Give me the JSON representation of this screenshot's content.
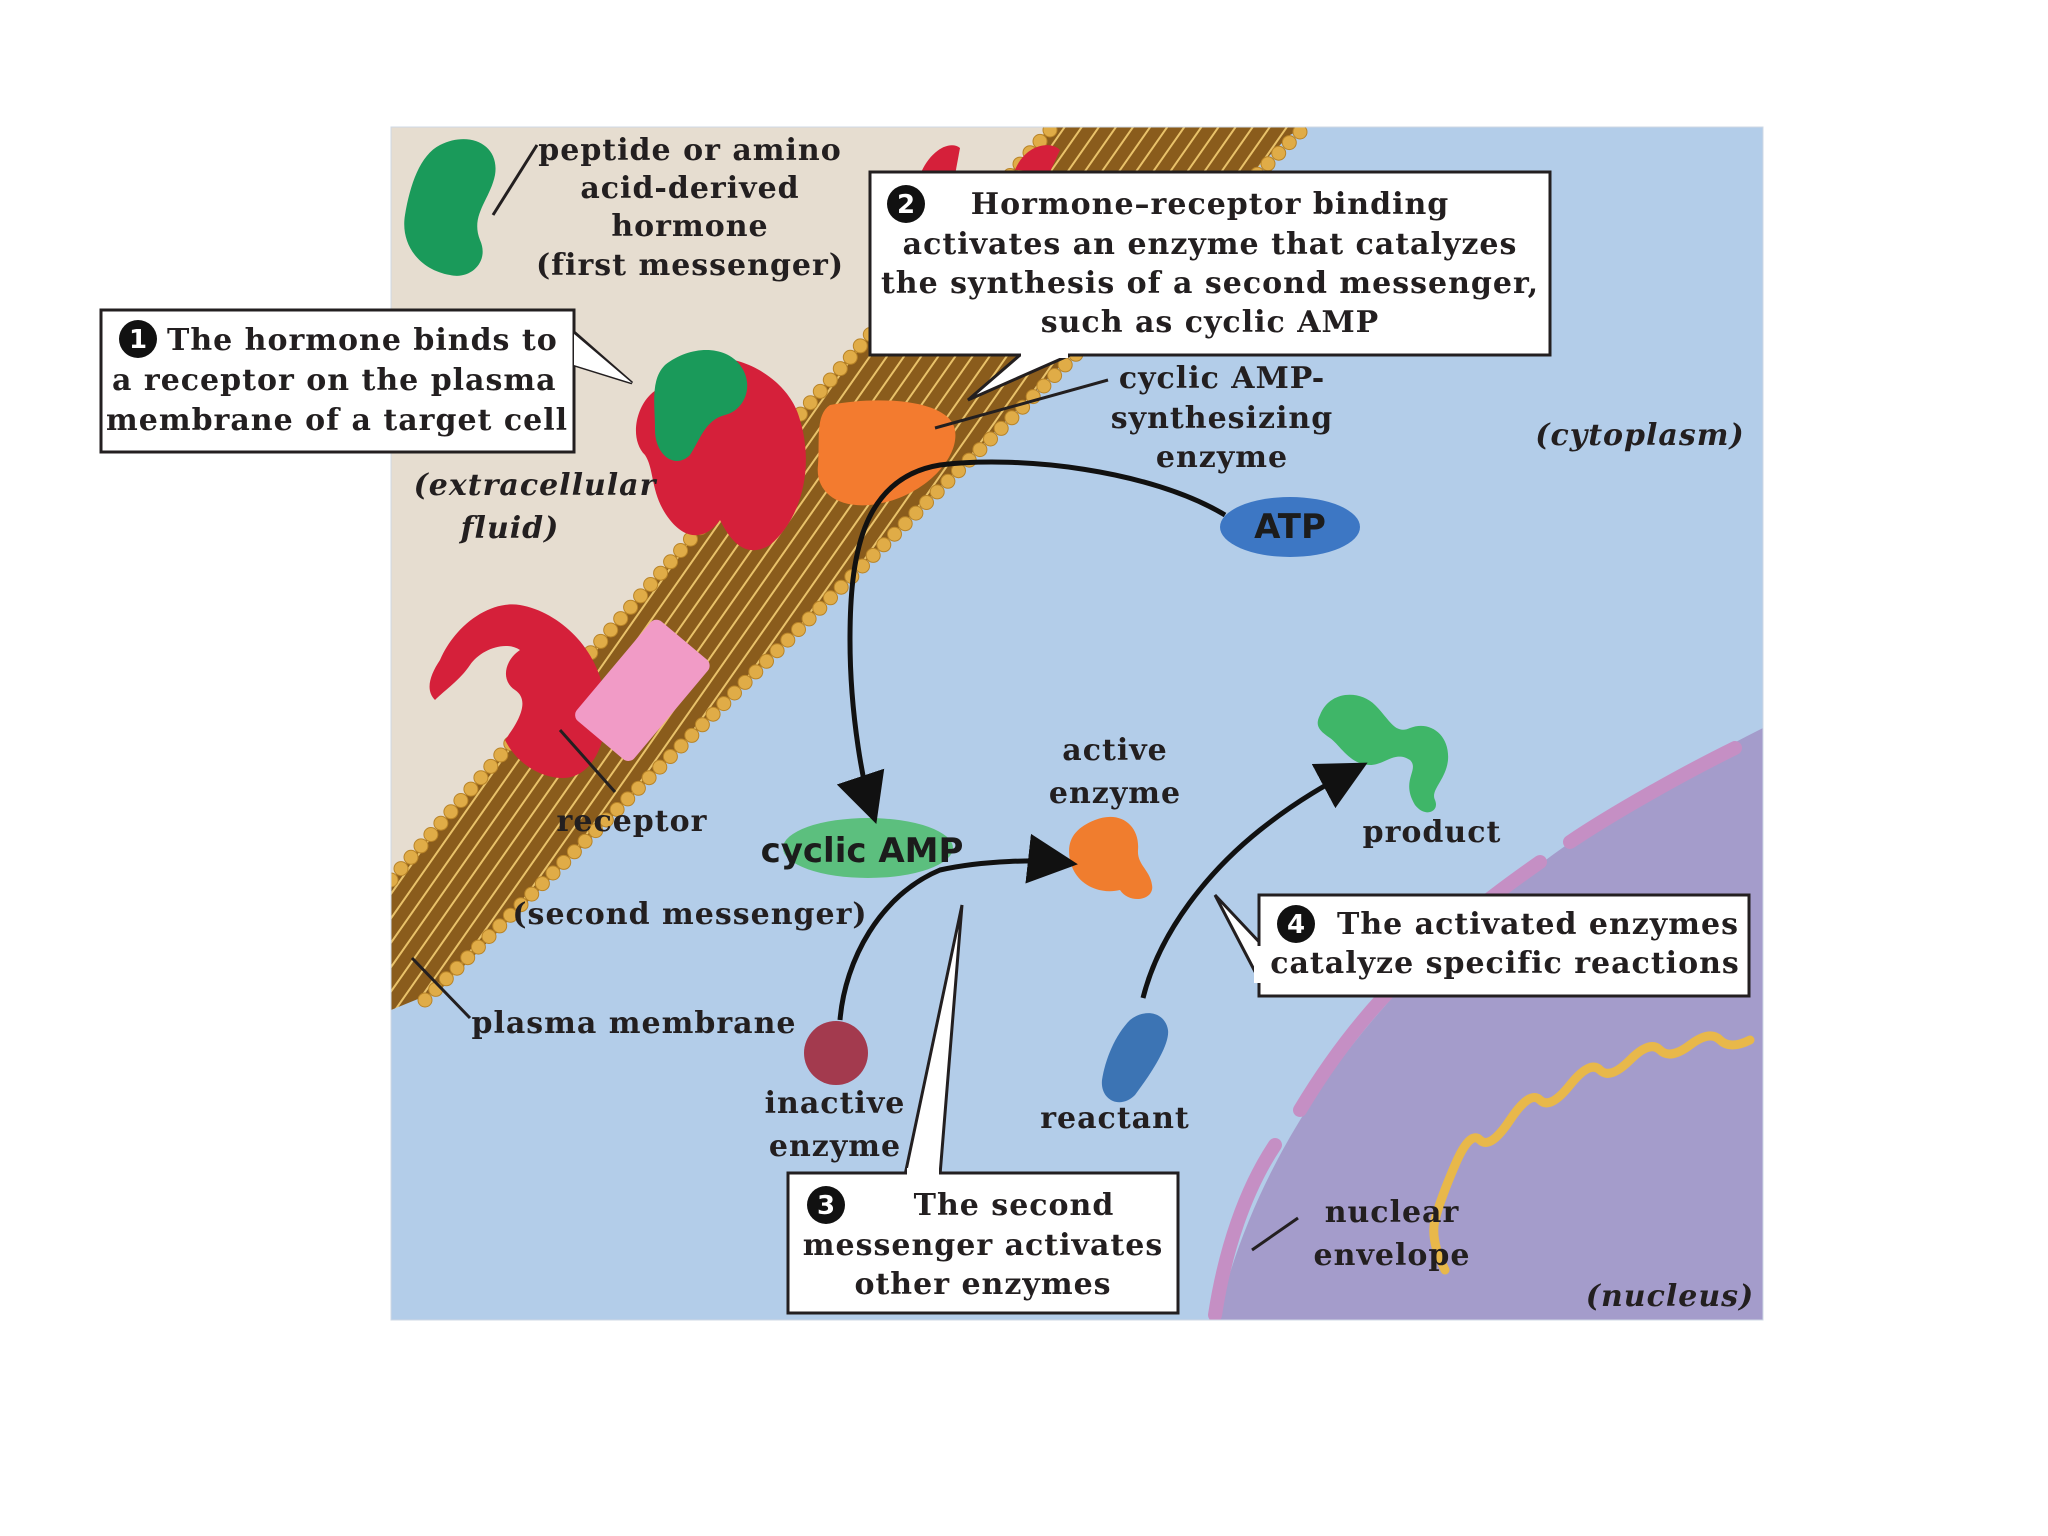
{
  "regions": {
    "extracellular": "(extracellular fluid)",
    "extracellular_lines": [
      "(extracellular",
      "fluid)"
    ],
    "cytoplasm": "(cytoplasm)",
    "nucleus": "(nucleus)"
  },
  "labels": {
    "hormone_lines": [
      "peptide or amino",
      "acid-derived",
      "hormone",
      "(first messenger)"
    ],
    "synthesizing_enzyme_lines": [
      "cyclic AMP-",
      "synthesizing",
      "enzyme"
    ],
    "atp": "ATP",
    "receptor": "receptor",
    "cyclic_amp": "cyclic AMP",
    "second_messenger": "(second messenger)",
    "active_enzyme_lines": [
      "active",
      "enzyme"
    ],
    "product": "product",
    "plasma_membrane": "plasma membrane",
    "inactive_enzyme_lines": [
      "inactive",
      "enzyme"
    ],
    "reactant": "reactant",
    "nuclear_envelope_lines": [
      "nuclear",
      "envelope"
    ]
  },
  "steps": [
    {
      "number": "1",
      "lines": [
        "The hormone binds to",
        "a receptor on the plasma",
        "membrane of a target cell"
      ]
    },
    {
      "number": "2",
      "lines": [
        "Hormone–receptor binding",
        "activates an enzyme that catalyzes",
        "the synthesis of a second messenger,",
        "such as cyclic AMP"
      ]
    },
    {
      "number": "3",
      "lines": [
        "The second",
        "messenger activates",
        "other enzymes"
      ]
    },
    {
      "number": "4",
      "lines": [
        "The activated enzymes",
        "catalyze specific reactions"
      ]
    }
  ],
  "colors": {
    "extracellular": "#e6ddd0",
    "cytoplasm": "#b3cde9",
    "nucleus": "#a49ccb",
    "nuclear_envelope": "#c58fc4",
    "membrane_head": "#e0ac47",
    "membrane_tail": "#7a5218",
    "receptor": "#d5203a",
    "hormone": "#1a9a5a",
    "synthesizing_enzyme": "#f37b2f",
    "atp": "#3d77c4",
    "cyclic_amp": "#5cbf7e",
    "active_enzyme": "#f07d2e",
    "inactive_enzyme": "#a33a4e",
    "reactant": "#3c74b4",
    "product": "#3fb668",
    "pink_protein": "#f19bc6",
    "chromatin": "#e8b84a"
  }
}
